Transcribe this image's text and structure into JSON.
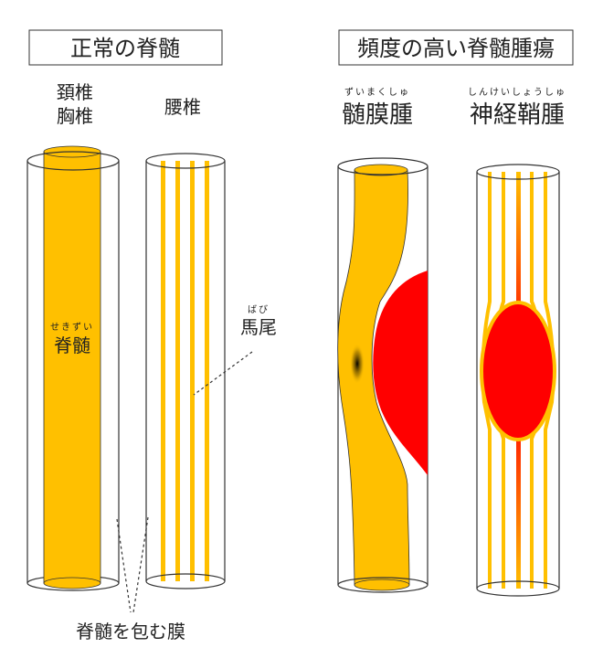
{
  "colors": {
    "cord": "#FFC000",
    "tumor": "#FF0000",
    "outline": "#333333"
  },
  "normal": {
    "title": "正常の脊髄",
    "cervical_thoracic": [
      "頚椎",
      "胸椎"
    ],
    "lumbar": "腰椎",
    "cord_ruby": "せきずい",
    "cord_label": "脊髄",
    "cauda_ruby": "ばび",
    "cauda_label": "馬尾",
    "membrane_label": "脊髄を包む膜"
  },
  "tumors": {
    "title": "頻度の高い脊髄腫瘍",
    "meningioma_ruby": "ずいまくしゅ",
    "meningioma": "髄膜腫",
    "schwannoma_ruby": "しんけいしょうしゅ",
    "schwannoma": "神経鞘腫"
  }
}
